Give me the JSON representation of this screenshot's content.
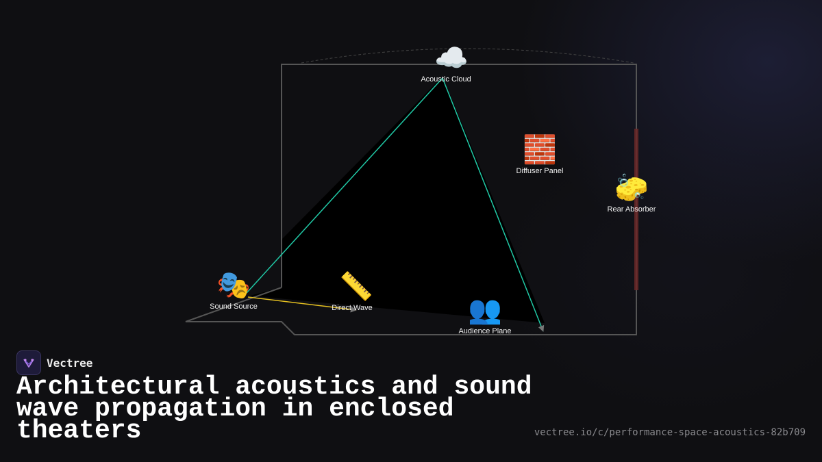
{
  "brand": {
    "name": "Vectree"
  },
  "title": "Architectural acoustics and sound wave propagation in enclosed theaters",
  "url": "vectree.io/c/performance-space-acoustics-82b709",
  "colors": {
    "background": "#0f0f12",
    "room_outline": "#555555",
    "reflection_path": "#20c9a6",
    "direct_path": "#e5c020",
    "absorber_strip": "#8a3030",
    "arrowhead": "#777777"
  },
  "nodes": {
    "acoustic_cloud": {
      "icon": "cloud-icon",
      "emoji": "☁️",
      "label": "Acoustic Cloud"
    },
    "diffuser_panel": {
      "icon": "brick-wall-icon",
      "emoji": "🧱",
      "label": "Diffuser Panel"
    },
    "rear_absorber": {
      "icon": "sponge-icon",
      "emoji": "🧽",
      "label": "Rear Absorber"
    },
    "sound_source": {
      "icon": "theater-masks-icon",
      "emoji": "🎭",
      "label": "Sound Source"
    },
    "direct_wave": {
      "icon": "ruler-icon",
      "emoji": "📏",
      "label": "Direct Wave"
    },
    "audience_plane": {
      "icon": "people-icon",
      "emoji": "👥",
      "label": "Audience Plane"
    }
  }
}
